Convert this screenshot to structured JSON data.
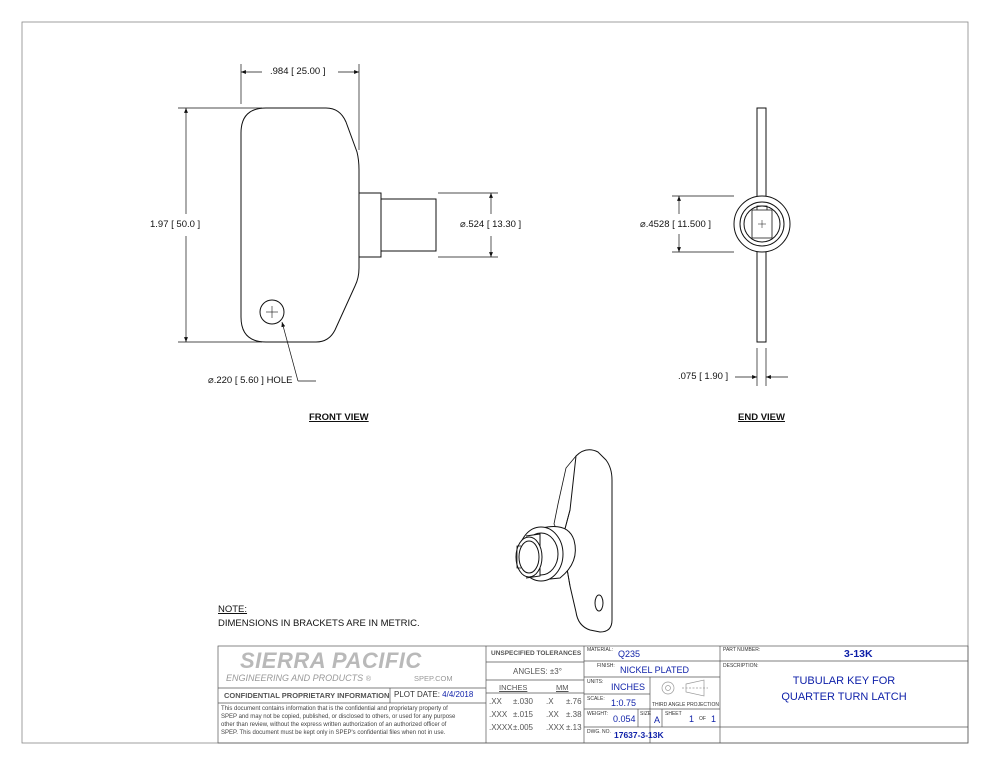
{
  "views": {
    "front": {
      "label": "FRONT VIEW",
      "width_dim": ".984",
      "width_dim_mm": "25.00",
      "height_dim": "1.97",
      "height_dim_mm": "50.0",
      "shaft_dim": "⌀.524",
      "shaft_dim_mm": "13.30",
      "hole_dim": "⌀.220",
      "hole_dim_mm": "5.60",
      "hole_word": "HOLE"
    },
    "end": {
      "label": "END VIEW",
      "diam_dim": "⌀.4528",
      "diam_dim_mm": "11.500",
      "thick_dim": ".075",
      "thick_dim_mm": "1.90"
    }
  },
  "note": {
    "heading": "NOTE:",
    "text": "DIMENSIONS IN BRACKETS ARE IN METRIC."
  },
  "title_block": {
    "company": "SIERRA PACIFIC",
    "company_sub": "ENGINEERING AND PRODUCTS",
    "registered": "®",
    "website": "SPEP.COM",
    "confidential_label": "CONFIDENTIAL PROPRIETARY INFORMATION",
    "plot_date_label": "PLOT DATE:",
    "plot_date": "4/4/2018",
    "confidential_text": [
      "This document contains information that is the confidential and proprietary property of",
      "SPEP and may not be copied, published, or disclosed to others, or used for any purpose",
      "other than review, without the express written authorization of an authorized officer of",
      "SPEP. This document must be kept only in SPEP's confidential files when not in use."
    ],
    "tolerances": {
      "heading": "UNSPECIFIED TOLERANCES",
      "angles": "ANGLES: ±3°",
      "inches_label": "INCHES",
      "mm_label": "MM",
      "rows": [
        {
          "in_fmt": ".XX",
          "in_tol": "±.030",
          "mm_fmt": ".X",
          "mm_tol": "±.76"
        },
        {
          "in_fmt": ".XXX",
          "in_tol": "±.015",
          "mm_fmt": ".XX",
          "mm_tol": "±.38"
        },
        {
          "in_fmt": ".XXXX",
          "in_tol": "±.005",
          "mm_fmt": ".XXX",
          "mm_tol": "±.13"
        }
      ]
    },
    "material_label": "MATERIAL:",
    "material": "Q235",
    "finish_label": "FINISH:",
    "finish": "NICKEL PLATED",
    "units_label": "UNITS:",
    "units": "INCHES",
    "scale_label": "SCALE:",
    "scale": "1:0.75",
    "projection_label": "THIRD ANGLE PROJECTION",
    "weight_label": "WEIGHT:",
    "weight": "0.054",
    "size_label": "SIZE",
    "size": "A",
    "sheet_label": "SHEET",
    "sheet": "1",
    "of_label": "OF",
    "sheet_total": "1",
    "dwg_label": "DWG. NO.",
    "dwg_no": "17637-3-13K",
    "part_number_label": "PART NUMBER:",
    "part_number": "3-13K",
    "description_label": "DESCRIPTION:",
    "description_line1": "TUBULAR KEY FOR",
    "description_line2": "QUARTER TURN LATCH"
  }
}
